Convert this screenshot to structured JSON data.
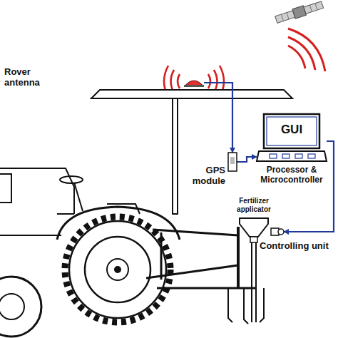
{
  "diagram": {
    "nodes": [
      {
        "text": [
          "Rover antenna"
        ]
      },
      {
        "text": [
          "GPS module"
        ]
      },
      {
        "text": [
          "GUI",
          "Processor & Microcontroller"
        ]
      },
      {
        "text": [
          "Fertilizer applicator"
        ]
      },
      {
        "text": [
          "Controlling unit"
        ]
      }
    ],
    "edges": [
      {
        "from": 0,
        "to": 1,
        "arrow": "to"
      },
      {
        "from": 1,
        "to": 2,
        "arrow": "to"
      },
      {
        "from": 2,
        "to": 4,
        "arrow": "to"
      }
    ]
  }
}
